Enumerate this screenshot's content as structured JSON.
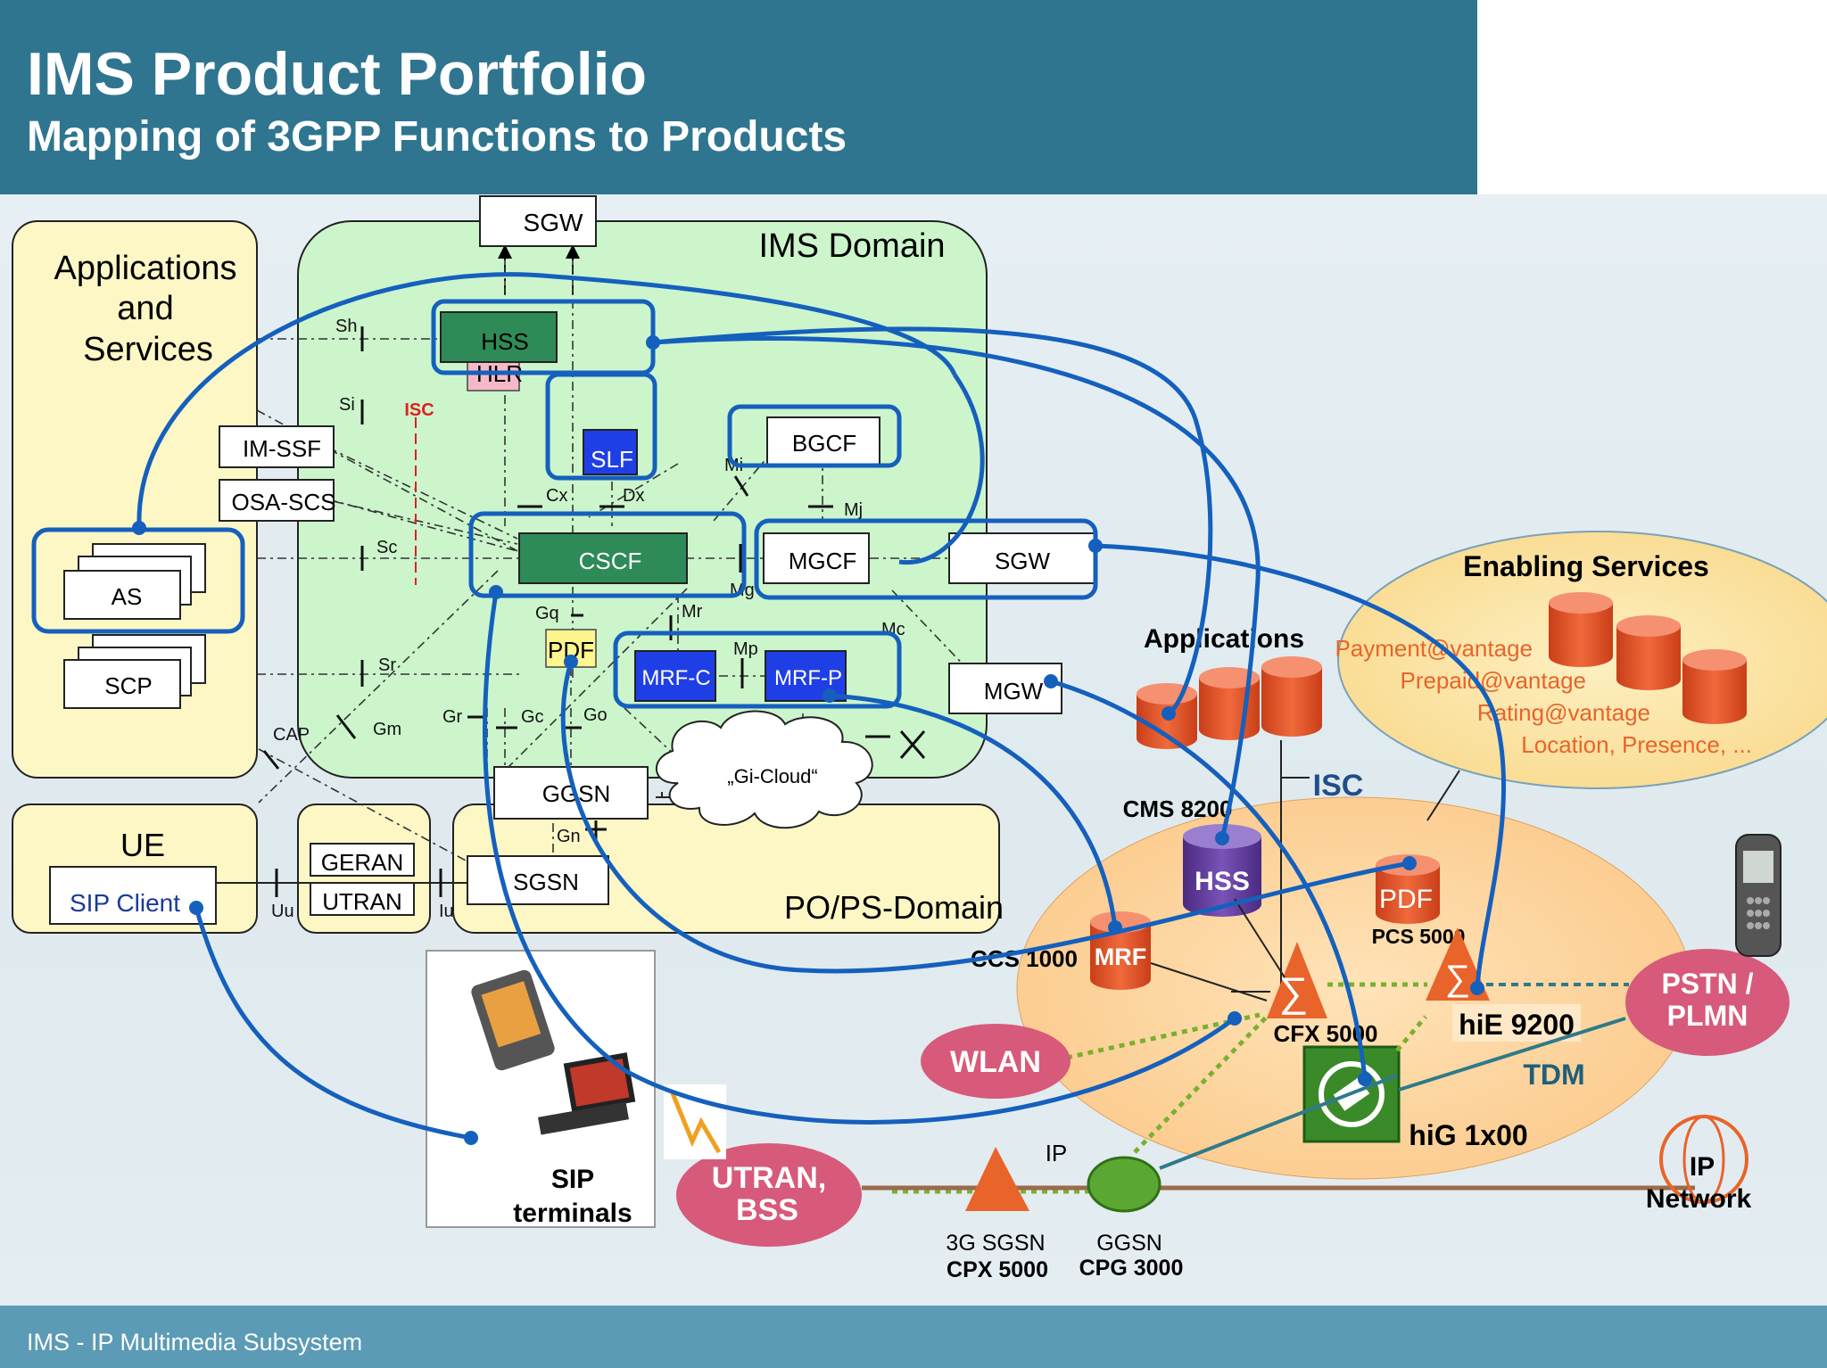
{
  "header": {
    "title": "IMS Product Portfolio",
    "subtitle": "Mapping of 3GPP Functions to Products"
  },
  "footer": {
    "text": "IMS - IP Multimedia Subsystem"
  },
  "left": {
    "apps_title": [
      "Applications",
      "and",
      "Services"
    ],
    "im_ssf": "IM-SSF",
    "osa_scs": "OSA-SCS",
    "as": "AS",
    "scp": "SCP",
    "ue_title": "UE",
    "sip_client": "SIP Client",
    "geran": "GERAN",
    "utran": "UTRAN",
    "uu": "Uu",
    "iu": "Iu"
  },
  "ims": {
    "title": "IMS Domain",
    "sgw_top": "SGW",
    "hss": "HSS",
    "hlr": "HLR",
    "slf": "SLF",
    "bgcf": "BGCF",
    "cscf": "CSCF",
    "mgcf": "MGCF",
    "sgw": "SGW",
    "pdf": "PDF",
    "mrfc": "MRF-C",
    "mrfp": "MRF-P",
    "mgw": "MGW",
    "ggsn": "GGSN",
    "sgsn": "SGSN",
    "gi_cloud": "„Gi-Cloud“",
    "ps_domain": "PO/PS-Domain",
    "isc": "ISC",
    "interfaces": {
      "sh": "Sh",
      "si": "Si",
      "sc": "Sc",
      "sr": "Sr",
      "cap": "CAP",
      "gm": "Gm",
      "cx": "Cx",
      "dx": "Dx",
      "mi": "Mi",
      "mj": "Mj",
      "mg": "Mg",
      "mr": "Mr",
      "mp": "Mp",
      "mc": "Mc",
      "gq": "Gq",
      "gr": "Gr",
      "gc": "Gc",
      "go": "Go",
      "gn": "Gn"
    }
  },
  "products": {
    "applications": "Applications",
    "enabling_title": "Enabling Services",
    "enabling_items": [
      "Payment@vantage",
      "Prepaid@vantage",
      "Rating@vantage",
      "Location, Presence, ..."
    ],
    "isc": "ISC",
    "cms": "CMS 8200",
    "hss": "HSS",
    "pdf": "PDF",
    "pcs": "PCS 5000",
    "ccs": "CCS 1000",
    "mrf": "MRF",
    "cfx": "CFX 5000",
    "hie": "hiE 9200",
    "hig": "hiG 1x00",
    "tdm": "TDM",
    "wlan": "WLAN",
    "pstn": [
      "PSTN /",
      "PLMN"
    ],
    "utran_bss": [
      "UTRAN,",
      "BSS"
    ],
    "ip": "IP",
    "sgsn": [
      "3G SGSN",
      "CPX 5000"
    ],
    "ggsn": [
      "GGSN",
      "CPG 3000"
    ],
    "ip_network": [
      "IP",
      "Network"
    ],
    "sip_terminals": [
      "SIP",
      "terminals"
    ]
  },
  "colors": {
    "header": "#2f7590",
    "footer": "#5b9bb6",
    "ims_green": "#ccf5cc",
    "node_green": "#2e8b57",
    "node_blue": "#1f3fe6",
    "highlight": "#1560bd",
    "db_orange": "#e8542a",
    "pink": "#d75a7a"
  }
}
